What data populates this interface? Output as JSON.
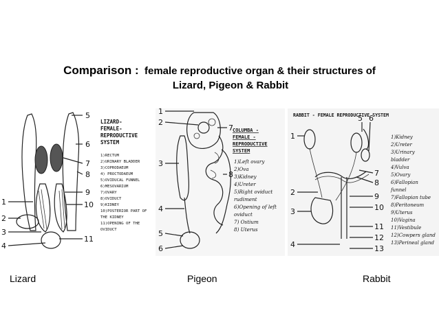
{
  "title": {
    "lead": "Comparison :",
    "line1_rest": "female reproductive organ & their structures of",
    "line2": "Lizard, Pigeon & Rabbit"
  },
  "figures": {
    "lizard": {
      "caption": "Lizard",
      "heading": [
        "LIZARD-",
        "FEMALE-",
        "REPRODUCTIVE",
        "SYSTEM"
      ],
      "legend": [
        "1)RECTUM",
        "2)URINARY BLADDER",
        "3)COPRODAEUM",
        "4) PROCTODAEUM",
        "5)OVIDUCAL FUNNEL",
        "6)MESOVARIUM",
        "7)OVARY",
        "8)OVIDUCT",
        "9)KIDNEY",
        "10)POSTERIOR PART OF",
        "THE KIDNEY",
        "11)OPENING OF THE",
        "OVIDUCT"
      ],
      "numbers": [
        "5",
        "6",
        "7",
        "8",
        "9",
        "10",
        "11",
        "1",
        "2",
        "3",
        "4"
      ]
    },
    "pigeon": {
      "caption": "Pigeon",
      "heading": [
        "COLUMBA -",
        "FEMALE -",
        "REPRODUCTIVE",
        "SYSTEM"
      ],
      "legend": [
        "1)Left ovary",
        "2)Ova",
        "3)Kidney",
        "4)Ureter",
        "5)Right oviduct",
        "rudiment",
        "6)Opening of left",
        "oviduct",
        "7) Ostium",
        "8) Uterus"
      ],
      "numbers": [
        "1",
        "2",
        "7",
        "3",
        "8",
        "4",
        "5",
        "6"
      ]
    },
    "rabbit": {
      "caption": "Rabbit",
      "heading": "RABBIT - FEMALE REPRODUCTIVE SYSTEM",
      "legend": [
        "1)Kidney",
        "2)Ureter",
        "3)Urinary",
        "bladder",
        "4)Vulva",
        "5)Ovary",
        "6)Fallopian",
        "funnel",
        "7)Fallopian tube",
        "8)Peritoneum",
        "9)Uterus",
        "10)Vagina",
        "11)Vestibule",
        "12)Cowpers gland",
        "13)Perineal gland"
      ],
      "numbers": [
        "5",
        "6",
        "1",
        "7",
        "8",
        "2",
        "9",
        "3",
        "10",
        "11",
        "12",
        "4",
        "13"
      ]
    }
  }
}
